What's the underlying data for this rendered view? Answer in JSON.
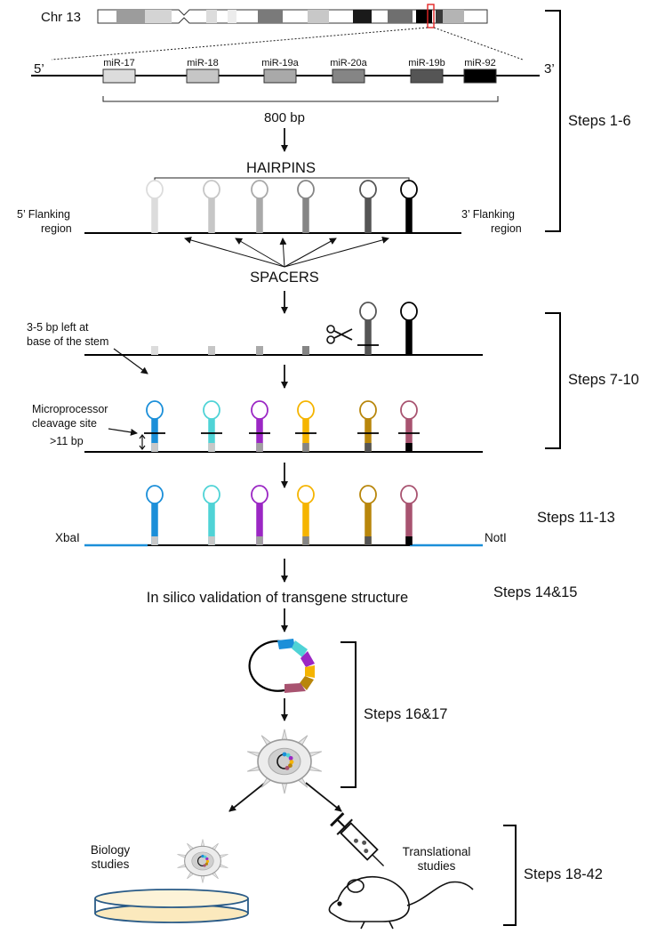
{
  "chromosome": {
    "label": "Chr 13"
  },
  "cluster": {
    "five_prime": "5’",
    "three_prime": "3’",
    "mirnas": [
      {
        "name": "miR-17",
        "fill": "#dcdcdc"
      },
      {
        "name": "miR-18",
        "fill": "#c6c6c6"
      },
      {
        "name": "miR-19a",
        "fill": "#a9a9a9"
      },
      {
        "name": "miR-20a",
        "fill": "#858585"
      },
      {
        "name": "miR-19b",
        "fill": "#555555"
      },
      {
        "name": "miR-92",
        "fill": "#000000"
      }
    ],
    "length_label": "800 bp"
  },
  "hairpin_panel": {
    "title": "HAIRPINS",
    "left_flank_line1": "5’ Flanking",
    "left_flank_line2": "region",
    "right_flank_line1": "3’ Flanking",
    "right_flank_line2": "region",
    "spacers": "SPACERS",
    "gray_shades": [
      "#dcdcdc",
      "#c6c6c6",
      "#a9a9a9",
      "#858585",
      "#555555",
      "#000000"
    ]
  },
  "cut_panel": {
    "stem_note_line1": "3-5 bp left at",
    "stem_note_line2": "base of the stem",
    "scissors_icon": "scissors-icon"
  },
  "colored_panel": {
    "cleavage_line1": "Microprocessor",
    "cleavage_line2": "cleavage site",
    "distance": ">11 bp",
    "colors": [
      "#1b8fd9",
      "#4fd3d6",
      "#9b27c4",
      "#f5b400",
      "#b8860b",
      "#a85370"
    ]
  },
  "construct_panel": {
    "left_site": "XbaI",
    "right_site": "NotI",
    "flank_color": "#1b8fd9"
  },
  "validation": "In silico validation of transgene structure",
  "steps": {
    "s1": "Steps 1-6",
    "s2": "Steps 7-10",
    "s3": "Steps 11-13",
    "s4": "Steps 14&15",
    "s5": "Steps 16&17",
    "s6": "Steps 18-42"
  },
  "applications": {
    "biology_line1": "Biology",
    "biology_line2": "studies",
    "translational_line1": "Translational",
    "translational_line2": "studies",
    "syringe_icon": "syringe-icon",
    "mouse_icon": "mouse-icon",
    "petri_dish_icon": "petri-dish-icon",
    "cell_icon": "cell-icon",
    "plasmid_icon": "plasmid-icon"
  }
}
